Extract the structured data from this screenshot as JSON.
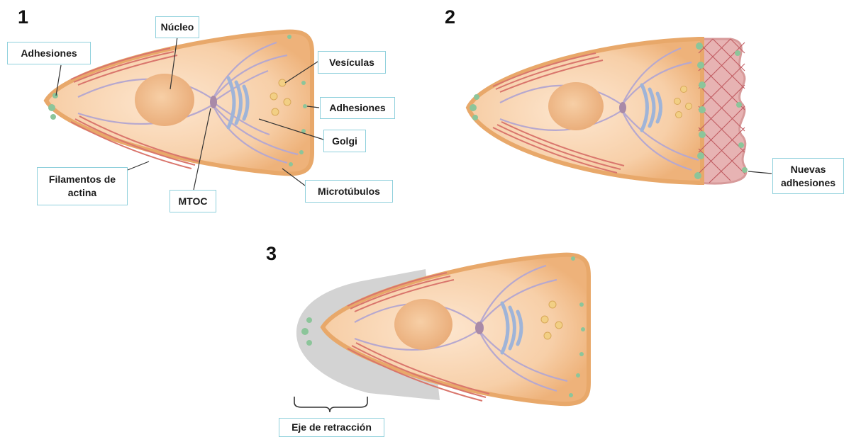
{
  "panels": [
    {
      "number": "1"
    },
    {
      "number": "2"
    },
    {
      "number": "3"
    }
  ],
  "labels": {
    "nucleo": "Núcleo",
    "adhesiones_left": "Adhesiones",
    "vesiculas": "Vesículas",
    "adhesiones_right": "Adhesiones",
    "golgi": "Golgi",
    "filamentos": "Filamentos de\nactina",
    "mtoc": "MTOC",
    "microtubulos": "Microtúbulos",
    "nuevas_adhesiones": "Nuevas\nadhesiones",
    "eje_retraccion": "Eje de retracción"
  },
  "colors": {
    "cell_fill": "#f6c9a0",
    "cell_border": "#e8a86a",
    "nucleus": "#f0b98a",
    "microtubule": "#b6a8cf",
    "actin": "#d9756c",
    "adhesion": "#8cc59a",
    "golgi": "#9fb4d8",
    "mtoc": "#a98aa8",
    "vesicle": "#f2cf84",
    "new_adhesion_mesh": "#c05a60",
    "retraction_shadow": "#cfcfcf",
    "label_border": "#8fd0dc"
  }
}
